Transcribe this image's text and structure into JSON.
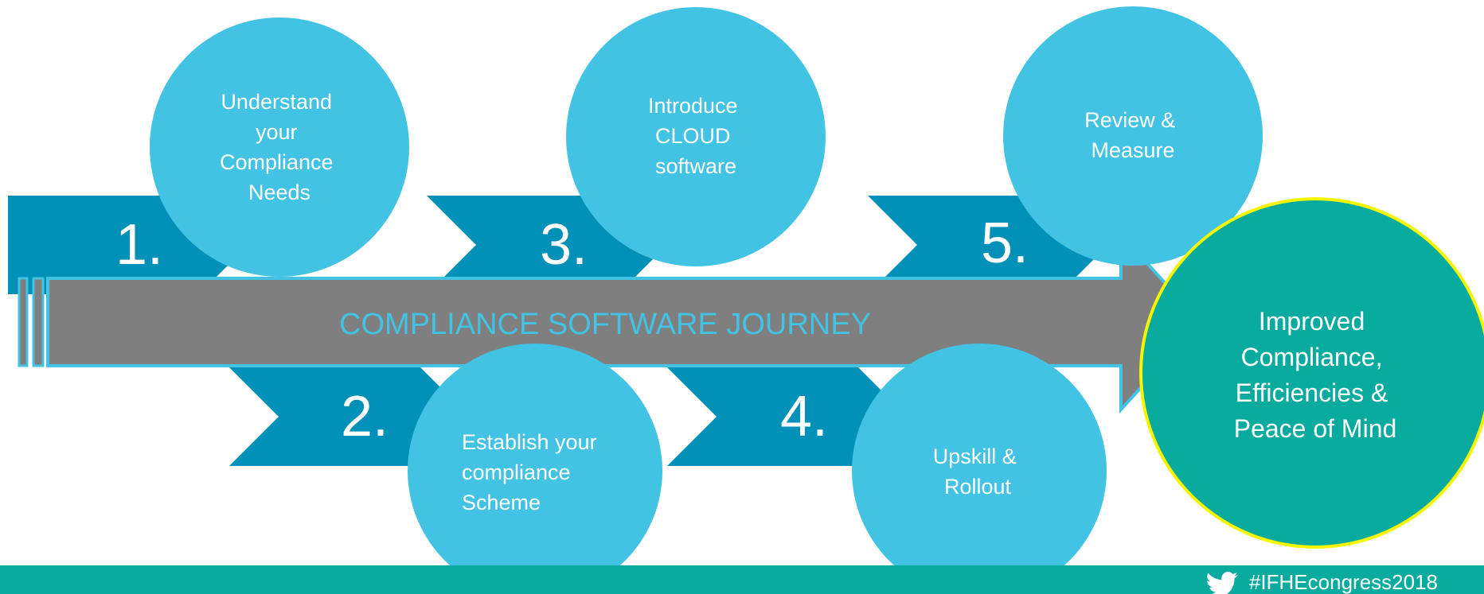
{
  "title": "COMPLIANCE SOFTWARE JOURNEY",
  "colors": {
    "chevron": "#0090b8",
    "bubble": "#42c3e3",
    "arrow": "#7f7f7f",
    "arrow_outline": "#42c3e3",
    "title": "#42c3e3",
    "outcome_fill": "#0aab9f",
    "outcome_ring": "#f5f500",
    "footer": "#0aab9f"
  },
  "steps": [
    {
      "number": "1.",
      "lines": [
        "Understand",
        "your",
        "Compliance",
        "Needs"
      ]
    },
    {
      "number": "2.",
      "lines": [
        "Establish your",
        "compliance",
        "Scheme"
      ]
    },
    {
      "number": "3.",
      "lines": [
        "Introduce",
        "CLOUD",
        "software"
      ]
    },
    {
      "number": "4.",
      "lines": [
        "Upskill &",
        "Rollout"
      ]
    },
    {
      "number": "5.",
      "lines": [
        "Review &",
        "Measure"
      ]
    }
  ],
  "outcome": {
    "lines": [
      "Improved",
      "Compliance,",
      "Efficiencies &",
      "Peace of Mind"
    ]
  },
  "footer": {
    "hashtag": "#IFHEcongress2018",
    "icon": "twitter-bird-icon"
  }
}
